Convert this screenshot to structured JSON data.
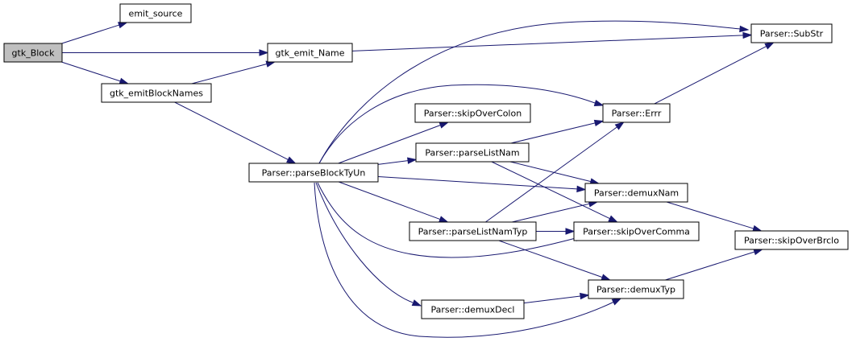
{
  "graph": {
    "nodes": [
      {
        "id": "gtk_Block",
        "label": "gtk_Block",
        "root": true
      },
      {
        "id": "emit_source",
        "label": "emit_source"
      },
      {
        "id": "gtk_emit_Name",
        "label": "gtk_emit_Name"
      },
      {
        "id": "gtk_emitBlockNames",
        "label": "gtk_emitBlockNames"
      },
      {
        "id": "SubStr",
        "label": "Parser::SubStr"
      },
      {
        "id": "parseBlockTyUn",
        "label": "Parser::parseBlockTyUn"
      },
      {
        "id": "Errr",
        "label": "Parser::Errr"
      },
      {
        "id": "skipOverColon",
        "label": "Parser::skipOverColon"
      },
      {
        "id": "parseListNam",
        "label": "Parser::parseListNam"
      },
      {
        "id": "demuxNam",
        "label": "Parser::demuxNam"
      },
      {
        "id": "parseListNamTyp",
        "label": "Parser::parseListNamTyp"
      },
      {
        "id": "skipOverComma",
        "label": "Parser::skipOverComma"
      },
      {
        "id": "skipOverBrclo",
        "label": "Parser::skipOverBrclo"
      },
      {
        "id": "demuxTyp",
        "label": "Parser::demuxTyp"
      },
      {
        "id": "demuxDecl",
        "label": "Parser::demuxDecl"
      }
    ],
    "edges": [
      {
        "from": "gtk_Block",
        "to": "emit_source"
      },
      {
        "from": "gtk_Block",
        "to": "gtk_emit_Name"
      },
      {
        "from": "gtk_Block",
        "to": "gtk_emitBlockNames"
      },
      {
        "from": "gtk_emit_Name",
        "to": "SubStr"
      },
      {
        "from": "gtk_emitBlockNames",
        "to": "gtk_emit_Name"
      },
      {
        "from": "gtk_emitBlockNames",
        "to": "parseBlockTyUn"
      },
      {
        "from": "parseBlockTyUn",
        "to": "SubStr"
      },
      {
        "from": "parseBlockTyUn",
        "to": "Errr"
      },
      {
        "from": "parseBlockTyUn",
        "to": "skipOverColon"
      },
      {
        "from": "parseBlockTyUn",
        "to": "parseListNam"
      },
      {
        "from": "parseBlockTyUn",
        "to": "demuxNam"
      },
      {
        "from": "parseBlockTyUn",
        "to": "parseListNamTyp"
      },
      {
        "from": "parseBlockTyUn",
        "to": "skipOverComma"
      },
      {
        "from": "parseBlockTyUn",
        "to": "demuxDecl"
      },
      {
        "from": "parseBlockTyUn",
        "to": "demuxTyp"
      },
      {
        "from": "Errr",
        "to": "SubStr"
      },
      {
        "from": "parseListNam",
        "to": "Errr"
      },
      {
        "from": "parseListNam",
        "to": "demuxNam"
      },
      {
        "from": "parseListNam",
        "to": "skipOverComma"
      },
      {
        "from": "parseListNamTyp",
        "to": "Errr"
      },
      {
        "from": "parseListNamTyp",
        "to": "demuxNam"
      },
      {
        "from": "parseListNamTyp",
        "to": "skipOverComma"
      },
      {
        "from": "parseListNamTyp",
        "to": "demuxTyp"
      },
      {
        "from": "demuxNam",
        "to": "skipOverBrclo"
      },
      {
        "from": "demuxTyp",
        "to": "skipOverBrclo"
      },
      {
        "from": "demuxDecl",
        "to": "demuxTyp"
      }
    ]
  }
}
